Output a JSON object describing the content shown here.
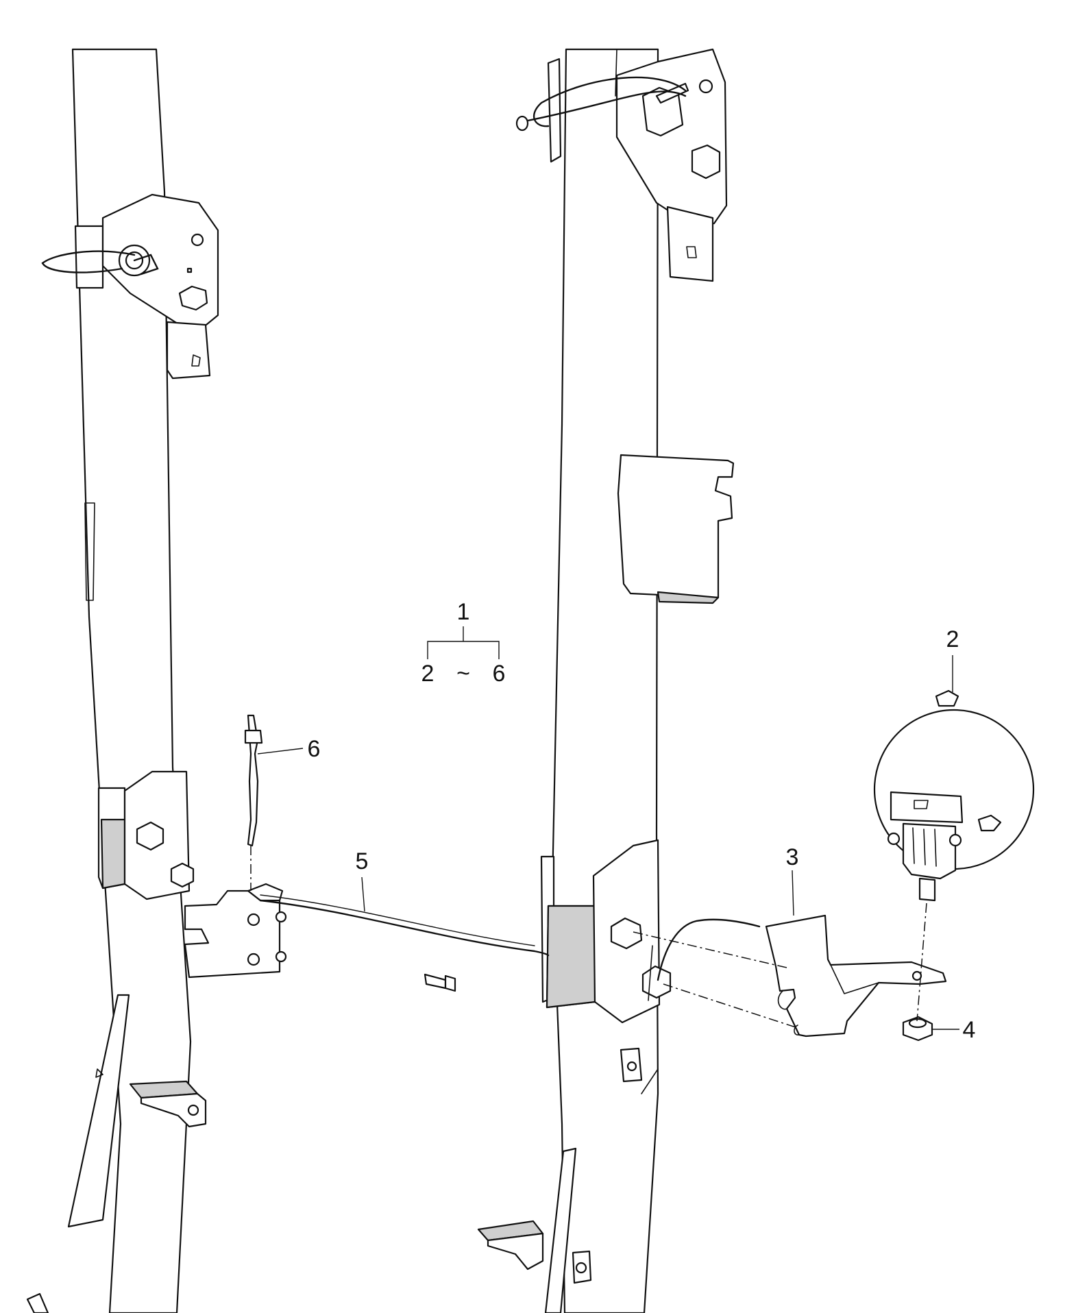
{
  "callouts": {
    "assembly": "1",
    "range_from": "2",
    "range_sep": "~",
    "range_to": "6",
    "lamp": "2",
    "bracket": "3",
    "nut": "4",
    "cable": "5",
    "tie": "6"
  }
}
